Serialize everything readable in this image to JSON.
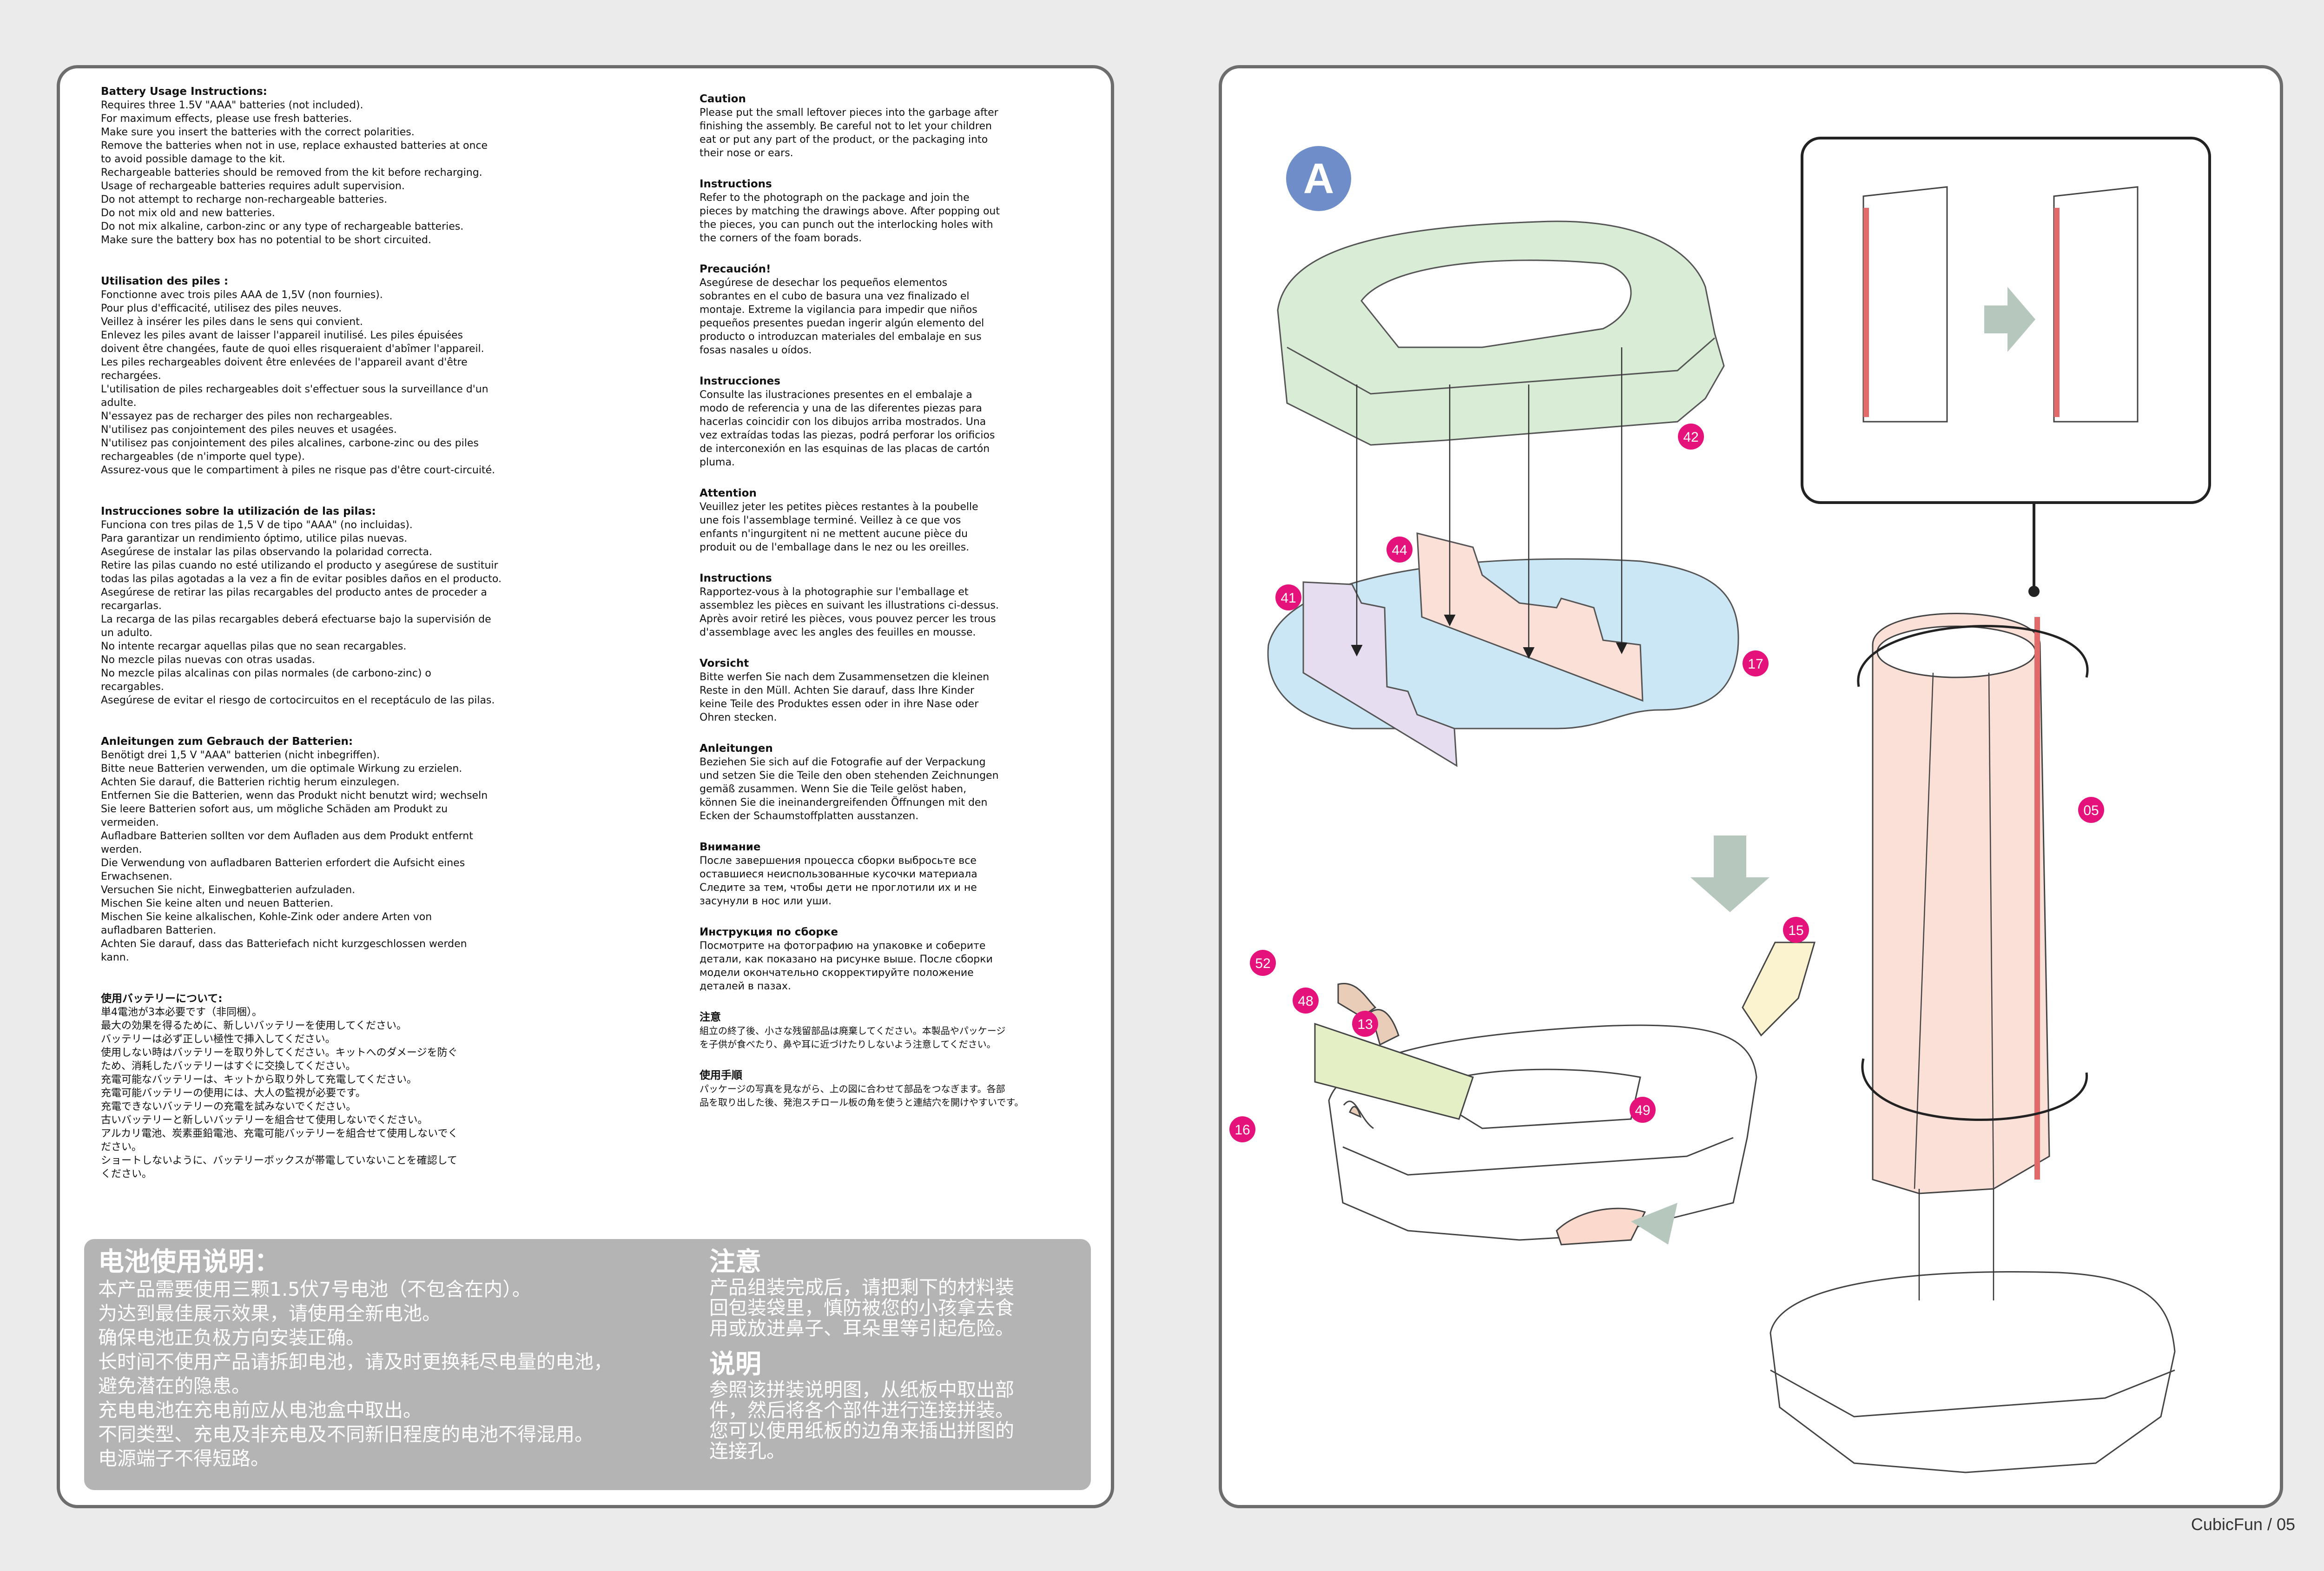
{
  "left": {
    "sections": [
      {
        "title": "Battery Usage Instructions:",
        "body": "Requires three 1.5V \"AAA\" batteries (not included).\nFor maximum effects, please use fresh batteries.\nMake sure you insert the batteries with the correct polarities.\nRemove the batteries when not in use, replace exhausted batteries at once\nto avoid possible damage to the kit.\nRechargeable batteries should be removed from the kit before recharging.\nUsage of rechargeable batteries requires adult supervision.\nDo not attempt to recharge non-rechargeable batteries.\nDo not mix old and new batteries.\nDo not mix alkaline, carbon-zinc or any type of rechargeable batteries.\nMake sure the battery box has no potential to be short circuited."
      },
      {
        "title": "Utilisation des piles :",
        "body": "Fonctionne avec trois piles AAA de 1,5V (non fournies).\nPour plus d'efficacité, utilisez des piles neuves.\nVeillez à insérer les piles dans le sens qui convient.\nEnlevez les piles avant de laisser l'appareil inutilisé. Les piles épuisées\ndoivent être changées, faute de quoi elles risqueraient d'abîmer l'appareil.\nLes piles rechargeables doivent être enlevées de l'appareil avant d'être\nrechargées.\nL'utilisation de piles rechargeables doit s'effectuer sous la surveillance d'un\nadulte.\nN'essayez pas de recharger des piles non rechargeables.\nN'utilisez pas conjointement des piles neuves et usagées.\nN'utilisez pas conjointement des piles alcalines, carbone-zinc ou des piles\nrechargeables (de n'importe quel type).\nAssurez-vous que le compartiment à piles ne risque pas d'être court-circuité."
      },
      {
        "title": "Instrucciones sobre la utilización de las pilas:",
        "body": "Funciona con tres pilas de 1,5 V de tipo \"AAA\" (no incluidas).\nPara garantizar un rendimiento óptimo, utilice pilas nuevas.\nAsegúrese de instalar las pilas observando la polaridad correcta.\nRetire las pilas cuando no esté utilizando el producto y asegúrese de sustituir\ntodas las pilas agotadas a la vez a fin de evitar posibles daños en el producto.\nAsegúrese de retirar las pilas recargables del producto antes de proceder a\nrecargarlas.\nLa recarga de las pilas recargables deberá efectuarse bajo la supervisión de\nun adulto.\nNo intente recargar aquellas pilas que no sean recargables.\nNo mezcle pilas nuevas con otras usadas.\nNo mezcle pilas alcalinas con pilas normales (de carbono-zinc) o\nrecargables.\nAsegúrese de evitar el riesgo de cortocircuitos en el receptáculo de las pilas."
      },
      {
        "title": "Anleitungen zum Gebrauch der Batterien:",
        "body": "Benötigt drei 1,5 V \"AAA\" batterien (nicht inbegriffen).\nBitte neue Batterien verwenden, um die optimale Wirkung zu erzielen.\nAchten Sie darauf, die Batterien richtig herum einzulegen.\nEntfernen Sie die Batterien, wenn das Produkt nicht benutzt wird; wechseln\nSie leere Batterien sofort aus, um mögliche Schäden am Produkt zu\nvermeiden.\nAufladbare Batterien sollten vor dem Aufladen aus dem Produkt entfernt\nwerden.\nDie Verwendung von aufladbaren Batterien erfordert die Aufsicht eines\nErwachsenen.\nVersuchen Sie nicht, Einwegbatterien aufzuladen.\nMischen Sie keine alten und neuen Batterien.\nMischen Sie keine alkalischen, Kohle-Zink oder andere Arten von\naufladbaren Batterien.\nAchten Sie darauf, dass das Batteriefach nicht kurzgeschlossen werden\nkann."
      },
      {
        "title": "使用バッテリーについて:",
        "body": "単4電池が3本必要です（非同梱）。\n最大の効果を得るために、新しいバッテリーを使用してください。\nバッテリーは必ず正しい極性で挿入してください。\n使用しない時はバッテリーを取り外してください。キットへのダメージを防ぐ\nため、消耗したバッテリーはすぐに交換してください。\n充電可能なバッテリーは、キットから取り外して充電してください。\n充電可能バッテリーの使用には、大人の監視が必要です。\n充電できないバッテリーの充電を試みないでください。\n古いバッテリーと新しいバッテリーを組合せて使用しないでください。\nアルカリ電池、炭素亜鉛電池、充電可能バッテリーを組合せて使用しないでく\nださい。\nショートしないように、バッテリーボックスが帯電していないことを確認して\nください。"
      }
    ],
    "instructions": [
      {
        "title": "Caution",
        "body": "Please put the small leftover pieces into the garbage after\nfinishing the assembly. Be careful not to let your children\neat or put any part of the product, or the packaging into\ntheir nose or ears."
      },
      {
        "title": "Instructions",
        "body": "Refer to the photograph on the package and join the\npieces by matching the drawings above. After popping out\nthe pieces, you can punch out the interlocking holes with\nthe corners of the foam borads."
      },
      {
        "title": "Precaución!",
        "body": "Asegúrese de desechar los pequeños elementos\nsobrantes en el cubo de basura una vez finalizado el\nmontaje.  Extreme la vigilancia para impedir que niños\npequeños presentes puedan ingerir algún elemento del\nproducto o introduzcan materiales del embalaje en sus\nfosas nasales u oídos."
      },
      {
        "title": "Instrucciones",
        "body": "Consulte las ilustraciones presentes en el embalaje a\nmodo de referencia y una de las diferentes piezas para\nhacerlas coincidir con los dibujos arriba mostrados.  Una\nvez extraídas todas las piezas, podrá perforar los orificios\nde interconexión en las esquinas de las placas de cartón\npluma."
      },
      {
        "title": "Attention",
        "body": "Veuillez jeter les petites pièces restantes à la poubelle\nune fois l'assemblage terminé.  Veillez à ce que vos\nenfants n'ingurgitent ni ne mettent aucune pièce du\nproduit ou de l'emballage dans le nez ou les oreilles."
      },
      {
        "title": "Instructions",
        "body": "Rapportez-vous à la photographie sur l'emballage et\nassemblez les pièces en suivant les illustrations ci-dessus.\nAprès avoir retiré les pièces, vous pouvez percer les trous\nd'assemblage avec les angles des feuilles en mousse."
      },
      {
        "title": "Vorsicht",
        "body": "Bitte werfen Sie nach dem Zusammensetzen die kleinen\nReste in den Müll. Achten Sie darauf, dass Ihre Kinder\nkeine Teile des Produktes essen oder in ihre Nase oder\nOhren stecken."
      },
      {
        "title": "Anleitungen",
        "body": "Beziehen Sie sich auf die Fotografie auf der Verpackung\nund setzen Sie die Teile den oben stehenden Zeichnungen\ngemäß zusammen. Wenn Sie die Teile gelöst haben,\nkönnen Sie die ineinandergreifenden Öffnungen mit den\nEcken der Schaumstoffplatten ausstanzen."
      },
      {
        "title": "Внимание",
        "body": "После завершения процесса сборки выбросьте все\nоставшиеся неиспользованные кусочки материала\nСледите за тем, чтобы дети не проглотили их и не\nзасунули в нос или уши."
      },
      {
        "title": "Инструкция по сборке",
        "body": "Посмотрите на фотографию на упаковке и соберите\nдетали, как показано на рисунке выше. После сборки\nмодели окончательно скорректируйте положение\nдеталей в пазах."
      },
      {
        "title": "注意",
        "body": "組立の終了後、小さな残留部品は廃棄してください。本製品やパッケージ\nを子供が食べたり、鼻や耳に近づけたりしないよう注意してください。"
      },
      {
        "title": "使用手順",
        "body": "パッケージの写真を見ながら、上の図に合わせて部品をつなぎます。各部\n品を取り出した後、発泡スチロール板の角を使うと連結穴を開けやすいです。"
      }
    ],
    "chinese": {
      "battery_title": "电池使用说明：",
      "battery_body": "本产品需要使用三颗1.5伏7号电池（不包含在内）。\n为达到最佳展示效果，请使用全新电池。\n确保电池正负极方向安装正确。\n长时间不使用产品请拆卸电池，请及时更换耗尽电量的电池，\n避免潜在的隐患。\n充电电池在充电前应从电池盒中取出。\n不同类型、充电及非充电及不同新旧程度的电池不得混用。\n电源端子不得短路。",
      "caution_title": "注意",
      "caution_body": "产品组装完成后，请把剩下的材料装\n回包装袋里，慎防被您的小孩拿去食\n用或放进鼻子、耳朵里等引起危险。",
      "instr_title": "说明",
      "instr_body": "参照该拼装说明图，从纸板中取出部\n件，然后将各个部件进行连接拼装。\n您可以使用纸板的边角来插出拼图的\n连接孔。"
    }
  },
  "diagram": {
    "step_label": "A",
    "parts": [
      "42",
      "44",
      "41",
      "17",
      "52",
      "48",
      "13",
      "16",
      "49",
      "15",
      "05"
    ],
    "colors": {
      "step_circle": "#6f8ec9",
      "badge": "#e4127a",
      "arrow": "#b6c7bd",
      "green": "#d9ecd6",
      "blue": "#cbe7f5",
      "pink": "#fbe0d8",
      "lavender": "#e6def0",
      "yellow": "#fbf3cf",
      "lime": "#e4efc6",
      "tan": "#e9cdb8",
      "red_strip": "#e36a6a"
    }
  },
  "footer": "CubicFun / 05"
}
